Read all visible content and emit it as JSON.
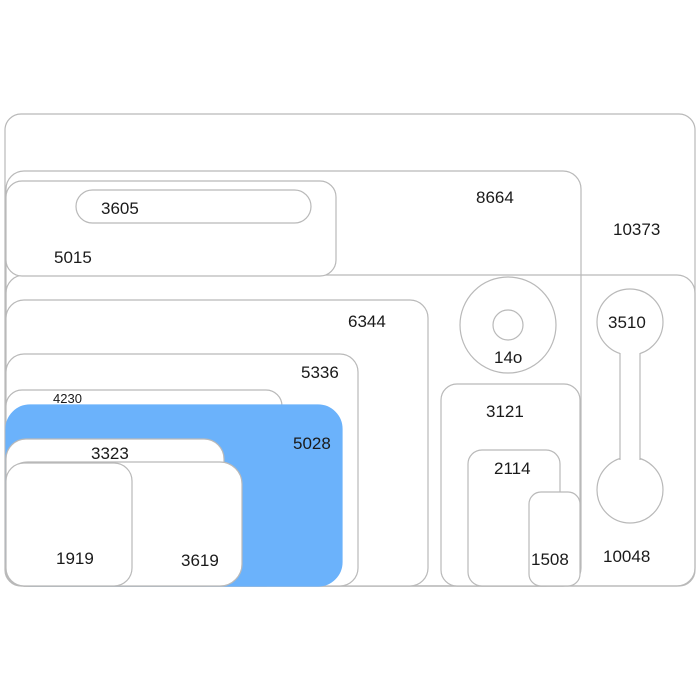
{
  "shapes": {
    "outer": "10373",
    "bar_pill": "3605",
    "top_block": "5015",
    "wide_block": "8664",
    "mid_block": "6344",
    "inner_block": "5336",
    "small_tag_block": "4230",
    "highlight_block": "5028",
    "rounded_block": "3323",
    "left_square": "1919",
    "right_square": "3619",
    "ring": "14o",
    "tall_block": "3121",
    "small_block": "2114",
    "tiny_block": "1508",
    "dumbbell_top": "3510",
    "dumbbell_bottom": "10048"
  },
  "colors": {
    "highlight": "#6bb2fb",
    "outline": "#b9b9b9"
  }
}
